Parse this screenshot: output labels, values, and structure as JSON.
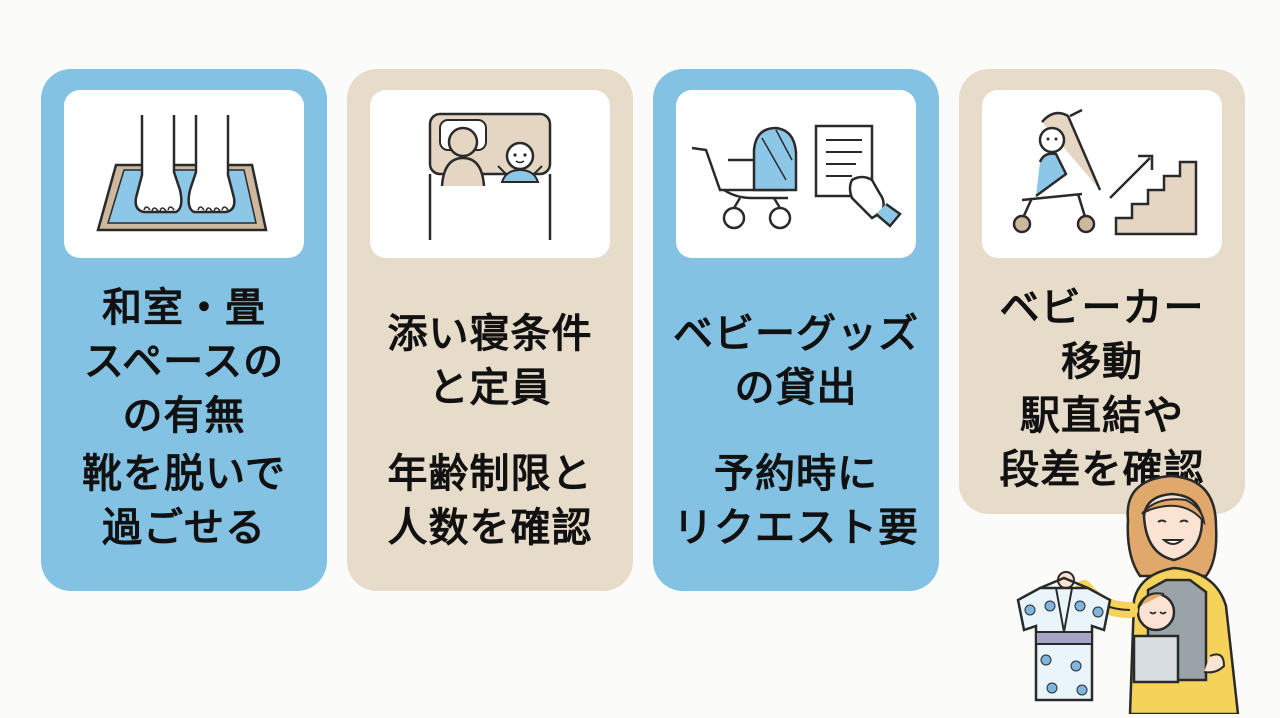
{
  "cards": [
    {
      "title_lines": [
        "和室・畳",
        "スペースの",
        "の有無"
      ],
      "desc_lines": [
        "靴を脱いで",
        "過ごせる"
      ],
      "illustration": "feet-on-mat-icon",
      "color": "#84c2e4"
    },
    {
      "title_lines": [
        "添い寝条件",
        "と定員"
      ],
      "desc_lines": [
        "年齢制限と",
        "人数を確認"
      ],
      "illustration": "co-sleeping-icon",
      "color": "#e7dbc9"
    },
    {
      "title_lines": [
        "ベビーグッズ",
        "の貸出"
      ],
      "desc_lines": [
        "予約時に",
        "リクエスト要"
      ],
      "illustration": "stroller-rental-icon",
      "color": "#84c2e4"
    },
    {
      "title_lines": [
        "ベビーカー",
        "移動",
        "駅直結や",
        "段差を確認"
      ],
      "illustration": "stroller-stairs-icon",
      "color": "#e7dbc9"
    }
  ],
  "character": "mother-with-baby-carrier-holding-kimono"
}
